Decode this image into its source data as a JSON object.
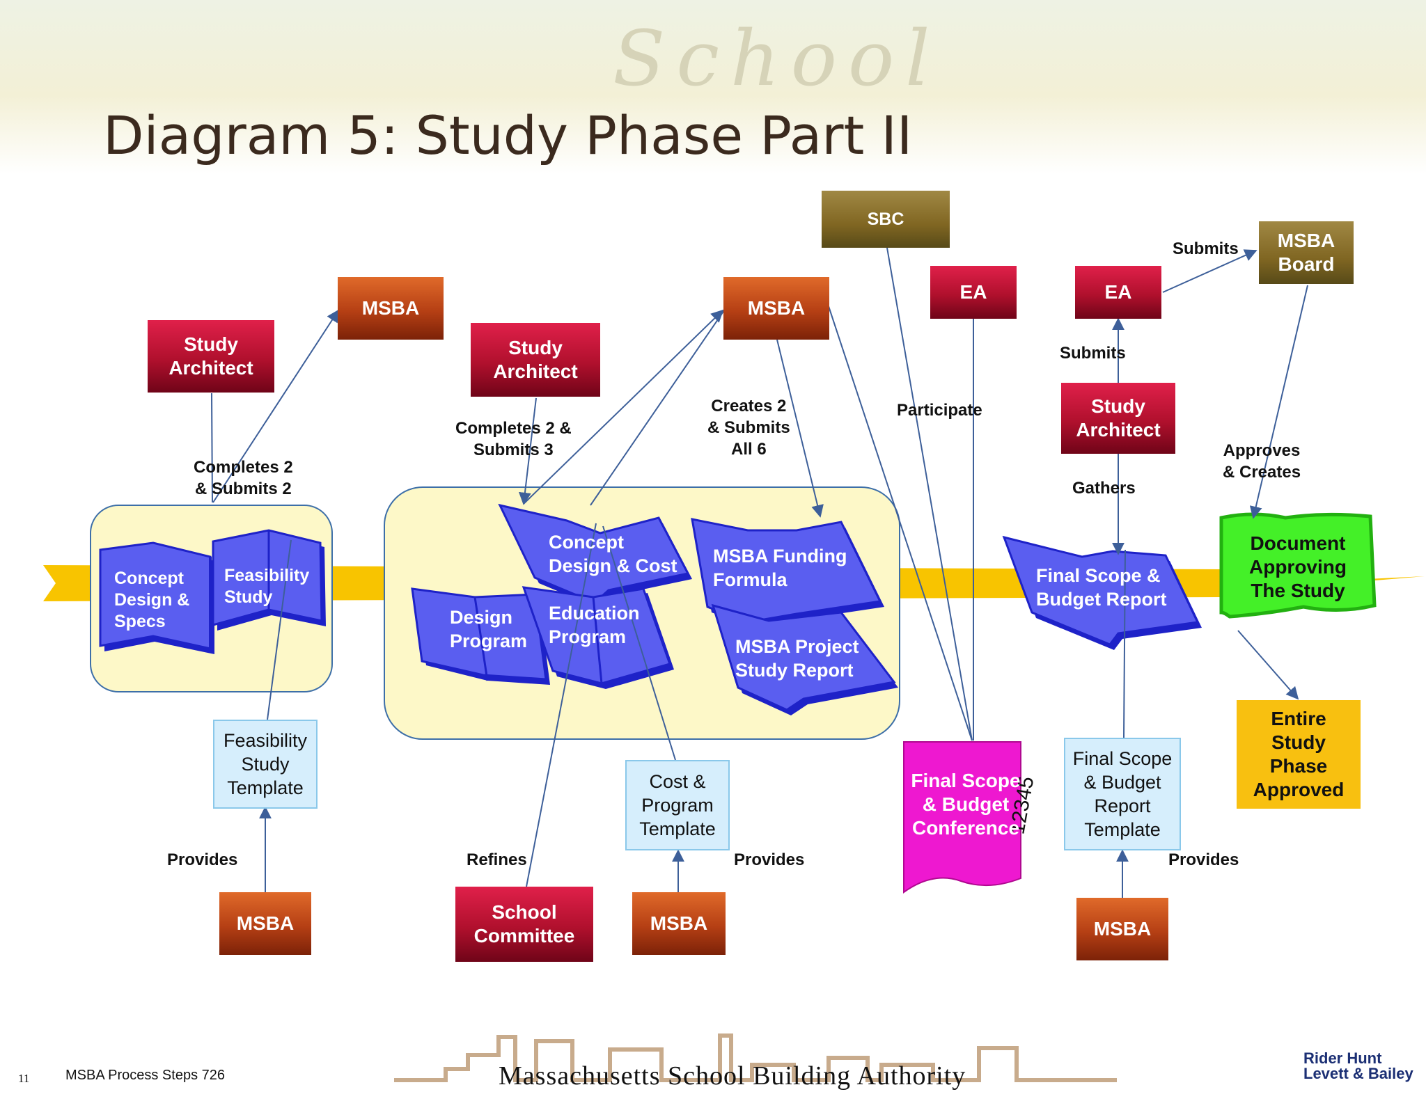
{
  "title": "Diagram 5: Study Phase Part II",
  "background_word": "School",
  "nodes": {
    "msba_top_left": "MSBA",
    "architect_left": "Study\nArchitect",
    "architect_center": "Study\nArchitect",
    "msba_top_center": "MSBA",
    "sbc": "SBC",
    "ea_left": "EA",
    "ea_right": "EA",
    "msba_board": "MSBA\nBoard",
    "architect_right": "Study\nArchitect",
    "doc_approving": "Document\nApproving\nThe Study",
    "entire_phase": "Entire\nStudy\nPhase\nApproved",
    "conference": "Final Scope\n& Budget\nConference",
    "msba_bottom_1": "MSBA",
    "school_committee": "School\nCommittee",
    "msba_bottom_2": "MSBA",
    "msba_bottom_3": "MSBA"
  },
  "books": {
    "concept_design": "Concept\nDesign &\nSpecs",
    "feasibility": "Feasibility\nStudy",
    "concept_cost": "Concept\nDesign & Cost",
    "design_program": "Design\nProgram",
    "education_program": "Education\nProgram",
    "funding_formula": "MSBA Funding\nFormula",
    "project_study": "MSBA Project\nStudy Report",
    "final_scope_report": "Final Scope &\nBudget Report"
  },
  "templates": {
    "feasibility": "Feasibility\nStudy\nTemplate",
    "cost_program": "Cost &\nProgram\nTemplate",
    "final_scope": "Final Scope\n& Budget\nReport\nTemplate"
  },
  "labels": {
    "completes_2_submits_2": "Completes 2\n& Submits 2",
    "completes_2_submits_3": "Completes 2 &\nSubmits 3",
    "creates_2_submits_all_6": "Creates 2\n& Submits\nAll 6",
    "participate": "Participate",
    "submits_top": "Submits",
    "submits_mid": "Submits",
    "gathers": "Gathers",
    "approves_creates": "Approves\n& Creates",
    "provides_1": "Provides",
    "refines": "Refines",
    "provides_2": "Provides",
    "provides_3": "Provides"
  },
  "footer": {
    "page_number": "11",
    "doc_ref": "MSBA Process Steps 726",
    "org": "Massachusetts School Building Authority",
    "firm": "Rider Hunt\nLevett & Bailey"
  },
  "colors": {
    "msba": "#b53f14",
    "architect": "#b0102d",
    "gold": "#806622",
    "book": "#5a5ef0",
    "band": "#f8c400",
    "group": "#fdf8c8",
    "template": "#d6eefc",
    "doc_green": "#44f028",
    "approved": "#f8c010",
    "conference": "#ee18d0"
  }
}
